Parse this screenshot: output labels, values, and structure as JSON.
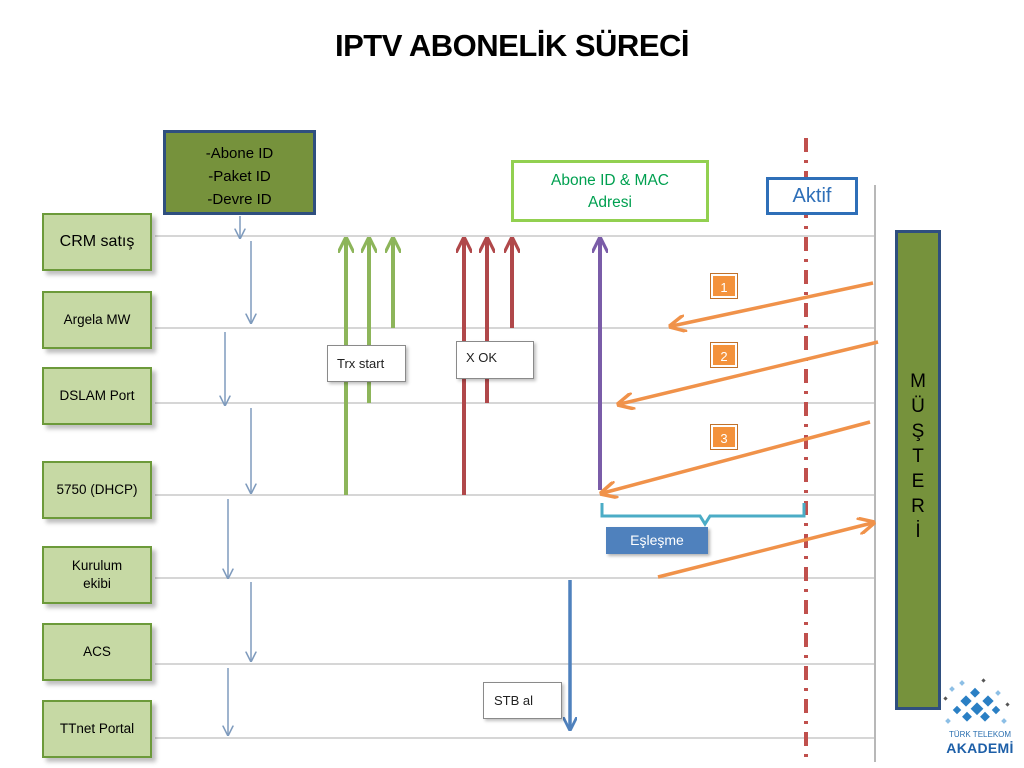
{
  "title": "IPTV ABONELİK SÜRECİ",
  "lanes": [
    {
      "id": "crm",
      "label": "CRM satış"
    },
    {
      "id": "argela",
      "label": "Argela MW"
    },
    {
      "id": "dslam",
      "label": "DSLAM Port"
    },
    {
      "id": "dhcp",
      "label": "5750 (DHCP)"
    },
    {
      "id": "kurulum",
      "label": "Kurulum\nekibi"
    },
    {
      "id": "acs",
      "label": "ACS"
    },
    {
      "id": "ttnet",
      "label": "TTnet  Portal"
    }
  ],
  "info_box": {
    "lines": [
      "-Abone ID",
      "-Paket  ID",
      "-Devre ID"
    ]
  },
  "mac_box": {
    "lines": [
      "Abone ID & MAC",
      "Adresi"
    ]
  },
  "aktif_label": "Aktif",
  "labels": {
    "trx_start": "Trx start",
    "x_ok": "X OK",
    "stb_al": "STB al",
    "eslesme": "Eşleşme"
  },
  "steps": [
    "1",
    "2",
    "3"
  ],
  "musteri_letters": [
    "M",
    "Ü",
    "Ş",
    "T",
    "E",
    "R",
    "İ"
  ],
  "logo": {
    "line1": "TÜRK TELEKOM",
    "line2": "AKADEMİ"
  },
  "colors": {
    "lane_fill": "#c6d9a4",
    "lane_border": "#6c9a3a",
    "green_arrow": "#8db55a",
    "red_arrow": "#b0484a",
    "purple_arrow": "#7a5ca8",
    "orange_arrow": "#f0924a",
    "blue_arrow": "#4f81bd",
    "active_line": "#c0504d"
  }
}
